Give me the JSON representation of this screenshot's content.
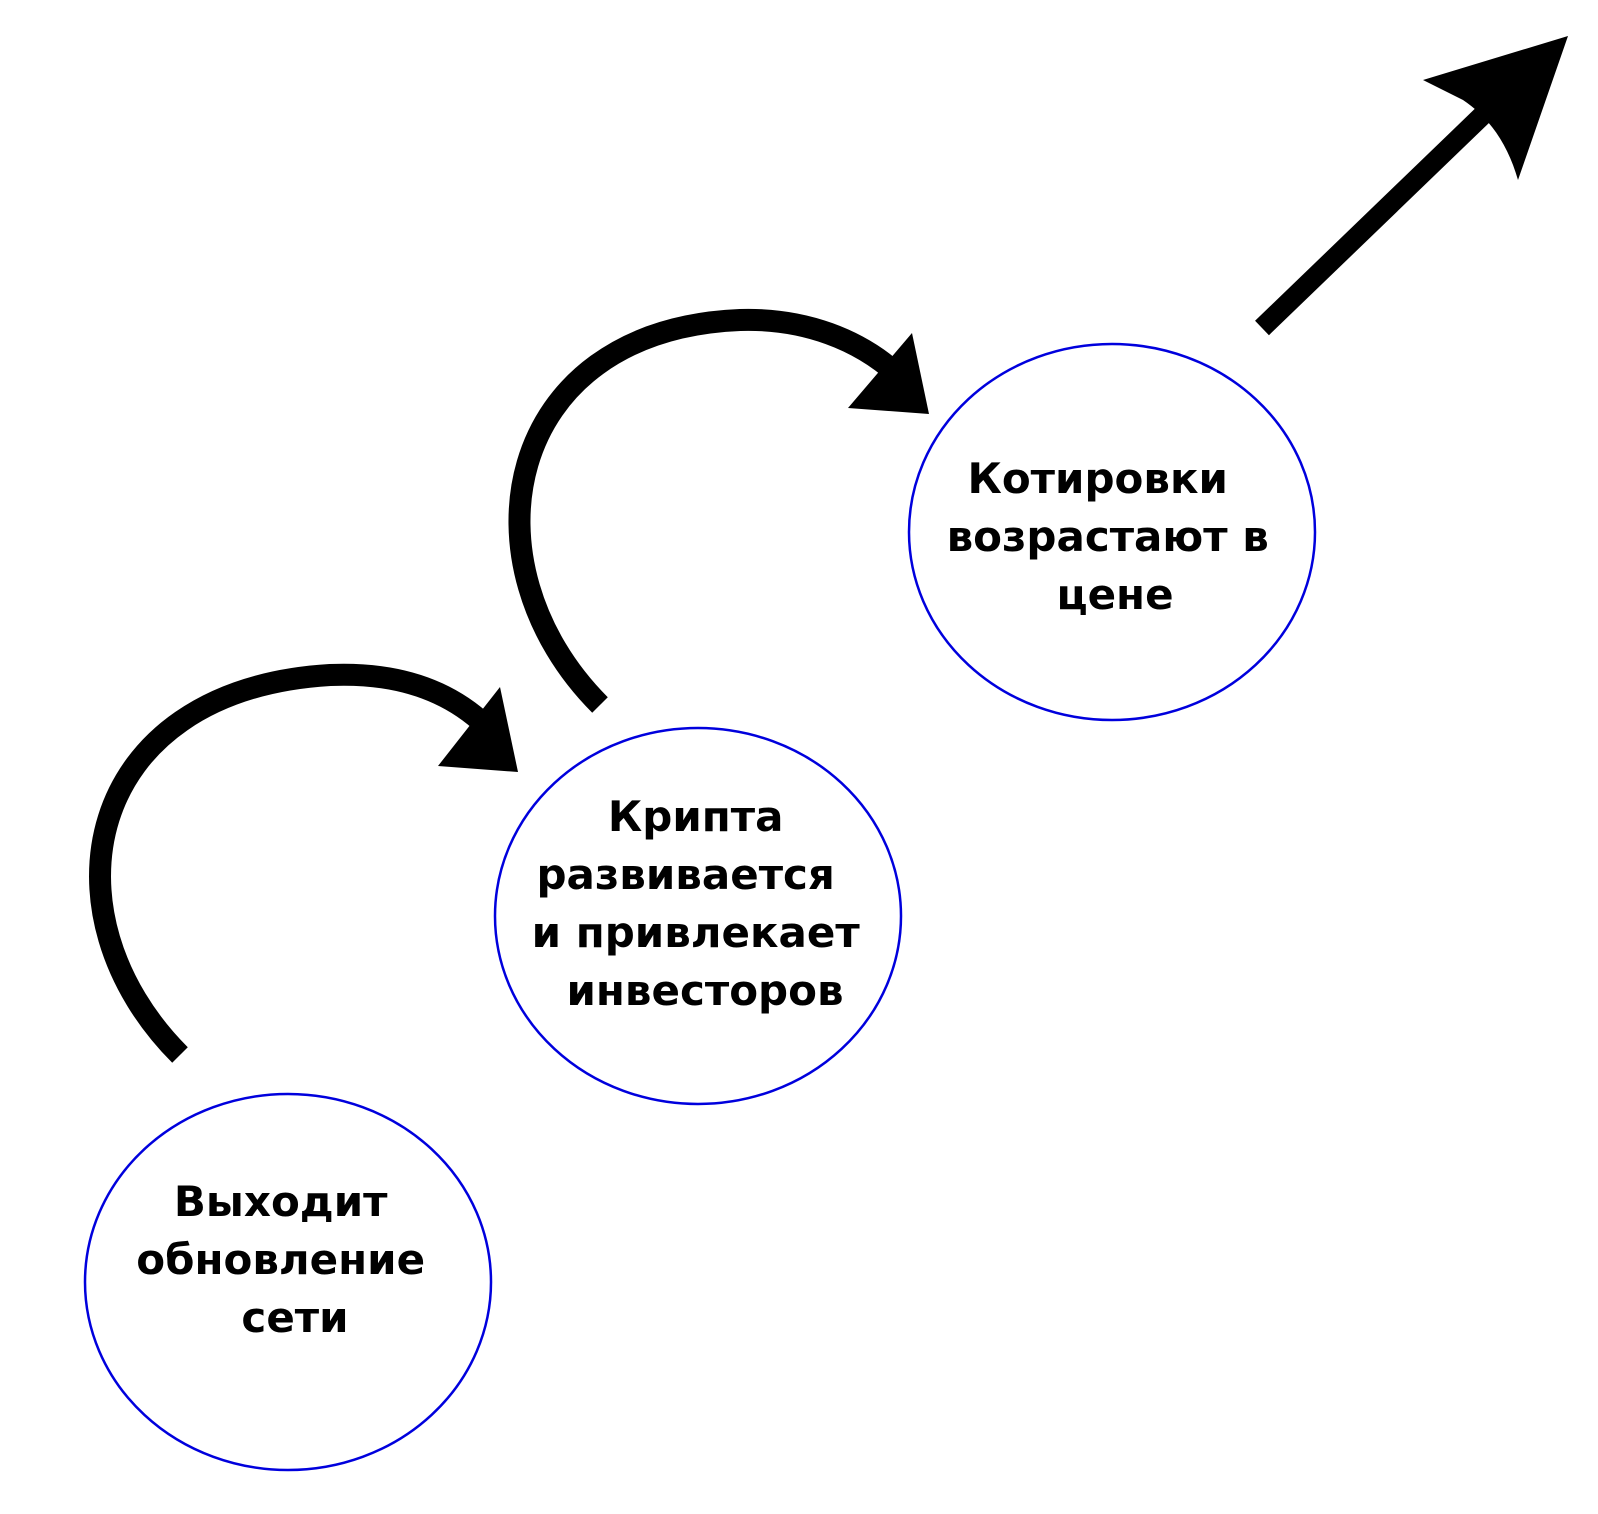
{
  "colors": {
    "circle_stroke": "#0000dd",
    "arrow": "#000000",
    "text": "#000000",
    "background": "#ffffff"
  },
  "steps": [
    {
      "lines": [
        "Выходит",
        "обновление",
        "сети"
      ]
    },
    {
      "lines": [
        "Крипта",
        "развивается",
        "и привлекает",
        "инвесторов"
      ]
    },
    {
      "lines": [
        "Котировки",
        "возрастают в",
        "цене"
      ]
    }
  ]
}
